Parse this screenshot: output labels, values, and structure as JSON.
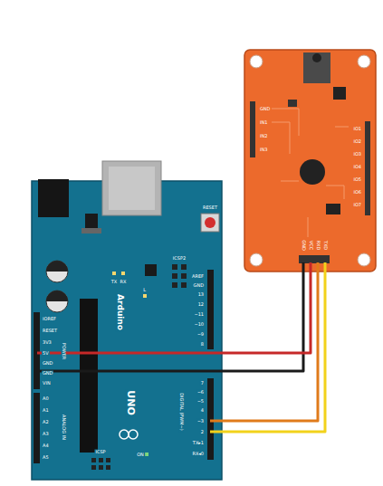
{
  "diagram": {
    "labels": [
      "RESET",
      "ICSP2",
      "TX",
      "RX",
      "L",
      "AREF",
      "GND",
      "13",
      "12",
      "~11",
      "~10",
      "~9",
      "8",
      "7",
      "~6",
      "~5",
      "4",
      "~3",
      "2",
      "TX▸1",
      "RX◂0",
      "DIGITAL (PWM~)",
      "Arduino",
      "UNO",
      "ON",
      "ICSP",
      "IOREF",
      "RESET",
      "3V3",
      "5V",
      "GND",
      "GND",
      "VIN",
      "POWER",
      "A0",
      "A1",
      "A2",
      "A3",
      "A4",
      "A5",
      "ANALOG IN",
      "GND",
      "VCC",
      "RXD",
      "TXD",
      "GND",
      "IN1",
      "IN2",
      "IN3",
      "IO1",
      "IO2",
      "IO3",
      "IO4",
      "IO5",
      "IO6",
      "IO7"
    ]
  }
}
